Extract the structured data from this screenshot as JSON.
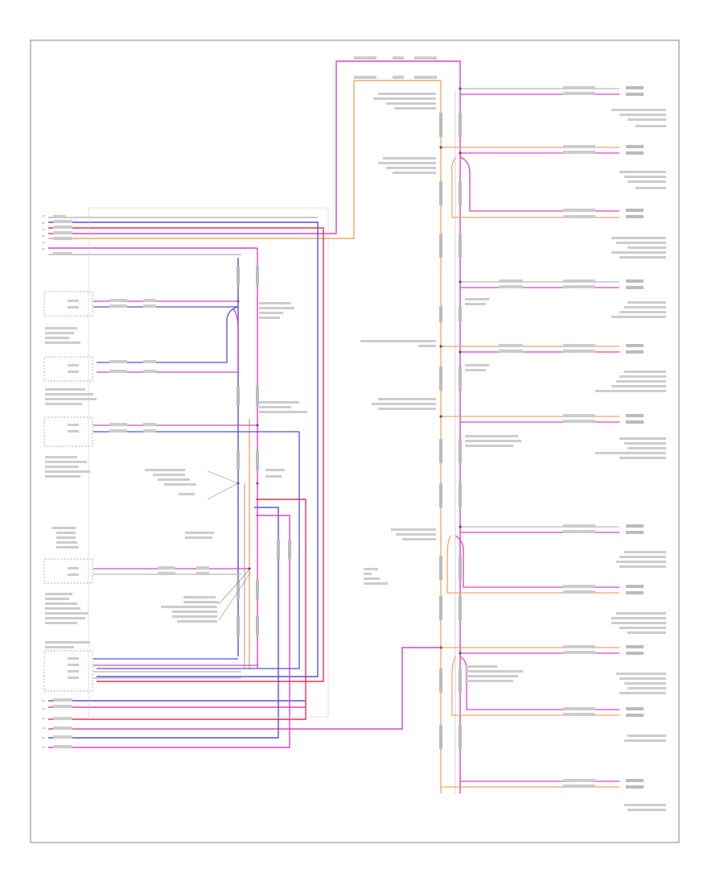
{
  "diagram": {
    "footer_code": "",
    "colors": {
      "frame": "#9a9a9a",
      "wire_orange": "#f4a860",
      "wire_pink": "#e040c8",
      "wire_red": "#e83050",
      "wire_blue": "#5050e0",
      "wire_gray": "#b8b8b8",
      "wire_violet": "#b060e0",
      "label": "#555555"
    },
    "icons": [
      "wire-trace",
      "splice-dot",
      "connector-block",
      "pin-dot"
    ]
  }
}
